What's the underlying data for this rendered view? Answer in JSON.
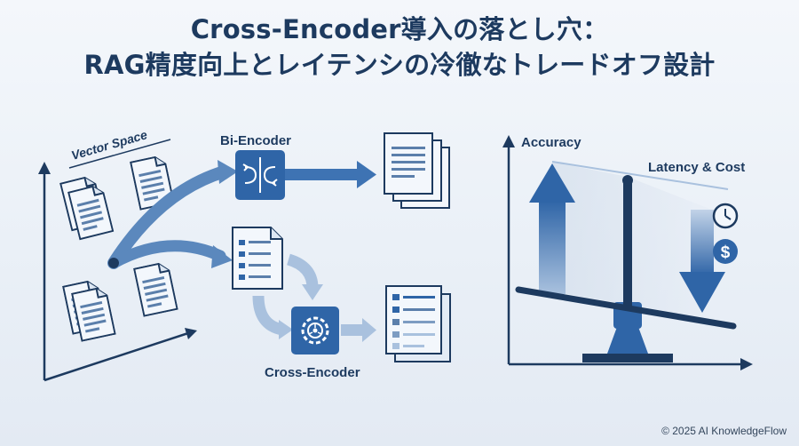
{
  "title": {
    "line1": "Cross-Encoder導入の落とし穴：",
    "line2": "RAG精度向上とレイテンシの冷徹なトレードオフ設計"
  },
  "left": {
    "vector_space_label": "Vector Space",
    "bi_encoder_label": "Bi-Encoder",
    "cross_encoder_label": "Cross-Encoder"
  },
  "right": {
    "accuracy_label": "Accuracy",
    "latency_label": "Latency & Cost",
    "cost_symbol": "$"
  },
  "footer": "© 2025 AI KnowledgeFlow",
  "colors": {
    "primary": "#2f65a7",
    "dark": "#1d3a5f",
    "light": "#a9c1de",
    "paper": "#f3f7fc"
  }
}
